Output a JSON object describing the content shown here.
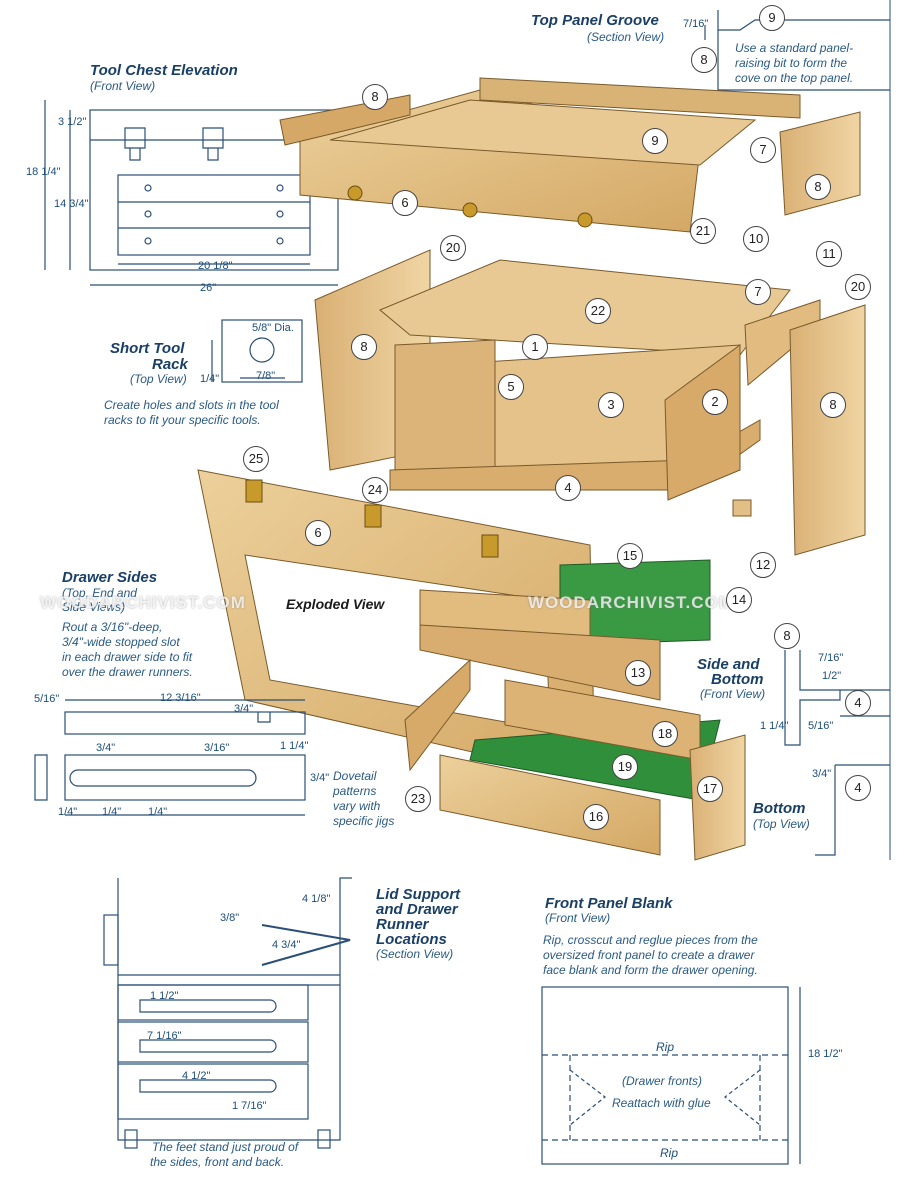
{
  "top_panel_groove": {
    "title": "Top Panel Groove",
    "subtitle": "(Section View)",
    "note_line1": "Use a standard panel-",
    "note_line2": "raising bit to form the",
    "note_line3": "cove on the top panel.",
    "dim": "7/16\""
  },
  "elevation": {
    "title": "Tool Chest Elevation",
    "subtitle": "(Front View)",
    "dims": [
      "3 1/2\"",
      "18 1/4\"",
      "14 3/4\"",
      "20 1/8\"",
      "26\""
    ]
  },
  "short_tool_rack": {
    "title_line1": "Short Tool",
    "title_line2": "Rack",
    "subtitle": "(Top View)",
    "dia": "5/8\" Dia.",
    "dims": [
      "1/4\"",
      "7/8\""
    ],
    "note_line1": "Create holes and slots in the tool",
    "note_line2": "racks to fit your specific tools."
  },
  "drawer_sides": {
    "title": "Drawer Sides",
    "subtitle_line1": "(Top, End and",
    "subtitle_line2": "Side Views)",
    "note_line1": "Rout a 3/16\"-deep,",
    "note_line2": "3/4\"-wide stopped slot",
    "note_line3": "in each drawer side to fit",
    "note_line4": "over the drawer runners.",
    "dims": [
      "5/16\"",
      "12 3/16\"",
      "3/4\"",
      "3/4\"",
      "3/16\"",
      "1 1/4\"",
      "3/4\"",
      "1/4\"",
      "1/4\"",
      "1/4\""
    ],
    "dovetail_line1": "Dovetail",
    "dovetail_line2": "patterns",
    "dovetail_line3": "vary with",
    "dovetail_line4": "specific jigs"
  },
  "exploded_view": "Exploded View",
  "watermark": "WOODARCHIVIST.COM",
  "side_bottom": {
    "title_line1": "Side and",
    "title_line2": "Bottom",
    "subtitle": "(Front View)",
    "dims": [
      "7/16\"",
      "1/2\"",
      "1 1/4\"",
      "5/16\""
    ]
  },
  "bottom": {
    "title": "Bottom",
    "subtitle": "(Top View)",
    "dim": "3/4\""
  },
  "lid_support": {
    "title_line1": "Lid Support",
    "title_line2": "and Drawer",
    "title_line3": "Runner",
    "title_line4": "Locations",
    "subtitle": "(Section View)",
    "dims": [
      "4 1/8\"",
      "3/8\"",
      "4 3/4\"",
      "1 1/2\"",
      "7 1/16\"",
      "4 1/2\"",
      "1 7/16\""
    ],
    "note_line1": "The feet stand just proud of",
    "note_line2": "the sides, front and back."
  },
  "front_panel": {
    "title": "Front Panel Blank",
    "subtitle": "(Front View)",
    "note_line1": "Rip, crosscut and reglue pieces from the",
    "note_line2": "oversized front panel to create a drawer",
    "note_line3": "face blank and form the drawer opening.",
    "rip_top": "Rip",
    "rip_bottom": "Rip",
    "inner_line1": "(Drawer fronts)",
    "inner_line2": "Reattach with glue",
    "dim": "18 1/2\""
  },
  "callouts": [
    "1",
    "2",
    "3",
    "4",
    "5",
    "6",
    "7",
    "8",
    "9",
    "10",
    "11",
    "12",
    "13",
    "14",
    "15",
    "16",
    "17",
    "18",
    "19",
    "20",
    "21",
    "22",
    "23",
    "24",
    "25"
  ],
  "colors": {
    "ink": "#1d4e7a",
    "wood": "#e2bf85",
    "wood_dark": "#c8995a",
    "felt": "#2f8f3a",
    "line": "#2b4f78"
  }
}
